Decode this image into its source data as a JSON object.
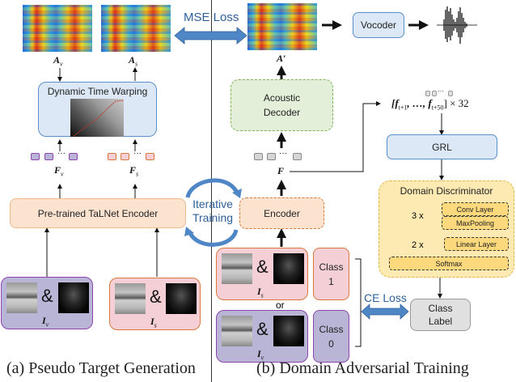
{
  "panel_a": {
    "caption": "(a) Pseudo Target Generation",
    "spectrogram_left_label": "A",
    "spectrogram_left_sub": "v",
    "spectrogram_right_label": "A",
    "spectrogram_right_sub": "s",
    "dtw_label": "Dynamic Time Warping",
    "features_left_label": "F",
    "features_left_sub": "v",
    "features_right_label": "F",
    "features_right_sub": "s",
    "dots": "···",
    "encoder_label": "Pre-trained TaLNet Encoder",
    "input_left_amp": "&",
    "input_left_label": "I",
    "input_left_sub": "v",
    "input_right_amp": "&",
    "input_right_label": "I",
    "input_right_sub": "s"
  },
  "mse_loss": "MSE Loss",
  "iterative_training": [
    "Iterative",
    "Training"
  ],
  "panel_b": {
    "caption": "(b) Domain Adversarial Training",
    "spectrogram_label": "A′",
    "vocoder_label": "Vocoder",
    "decoder_label": [
      "Acoustic",
      "Decoder"
    ],
    "features_label": "F",
    "dots": "···",
    "encoder_label": "Encoder",
    "segment_label": "[f",
    "segment_sub1": "t+1",
    "segment_mid": ", …, f",
    "segment_sub2": "t+50",
    "segment_tail": "] × 32",
    "grl_label": "GRL",
    "discriminator": {
      "title": "Domain Discriminator",
      "conv_repeat": "3 x",
      "conv_layer": "Conv Layer",
      "maxpool_layer": "MaxPooling",
      "linear_repeat": "2 x",
      "linear_layer": "Linear Layer",
      "softmax_layer": "Softmax"
    },
    "input_top_amp": "&",
    "input_top_label": "I",
    "input_top_sub": "s",
    "or_label": "or",
    "input_bottom_amp": "&",
    "input_bottom_label": "I",
    "input_bottom_sub": "v",
    "class1_label": [
      "Class",
      "1"
    ],
    "class0_label": [
      "Class",
      "0"
    ],
    "ce_loss": "CE Loss",
    "class_label_box": [
      "Class",
      "Label"
    ]
  },
  "colors": {
    "purple_fill": "#b9b5d6",
    "purple_border": "#8e44ad",
    "pink_fill": "#f4cfd6",
    "pink_border": "#d9783a",
    "blue_fill": "#dce8f5",
    "blue_border": "#5b8fc9",
    "green_fill": "#e3efd9",
    "green_border": "#7fb35a",
    "orange_fill": "#fbe3d0",
    "yellow_fill": "#fdeab3",
    "yellow_inner": "#fbd97c",
    "arrow_blue": "#4f86c6"
  }
}
